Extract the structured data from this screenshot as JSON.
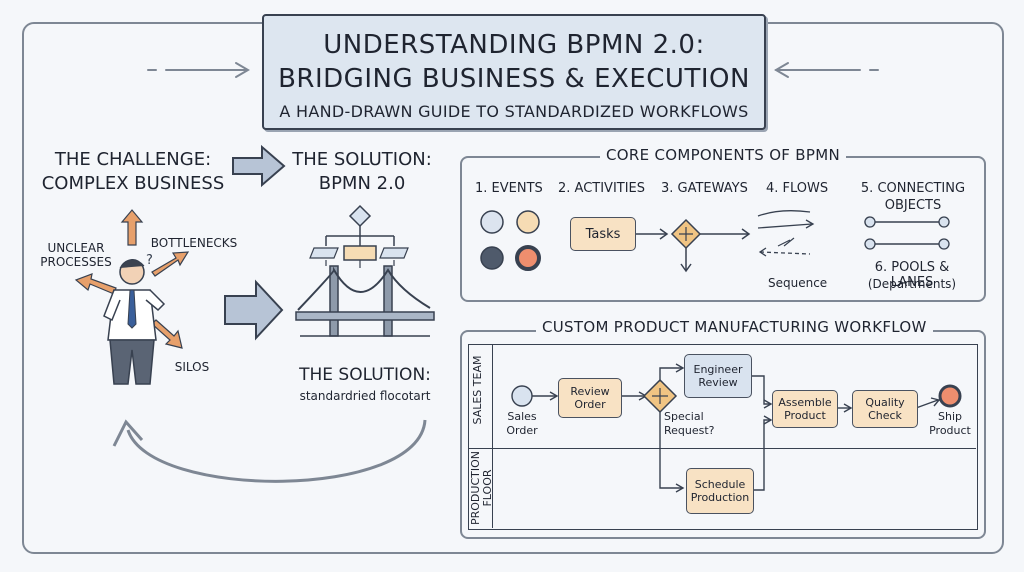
{
  "header": {
    "title_line1": "UNDERSTANDING BPMN 2.0:",
    "title_line2": "BRIDGING BUSINESS & EXECUTION",
    "subtitle": "A HAND-DRAWN GUIDE TO STANDARDIZED WORKFLOWS"
  },
  "challenge": {
    "title_line1": "THE CHALLENGE:",
    "title_line2": "COMPLEX BUSINESS",
    "issues": [
      "UNCLEAR PROCESSES",
      "BOTTLENECKS",
      "SILOS"
    ]
  },
  "solution": {
    "title_line1": "THE SOLUTION:",
    "title_line2": "BPMN 2.0",
    "caption_title": "THE SOLUTION:",
    "caption_text": "standardried flocotart"
  },
  "core": {
    "title": "CORE COMPONENTS OF BPMN",
    "items": [
      {
        "label": "1. EVENTS"
      },
      {
        "label": "2. ACTIVITIES",
        "sample": "Tasks"
      },
      {
        "label": "3. GATEWAYS"
      },
      {
        "label": "4. FLOWS",
        "sample": "Sequence"
      },
      {
        "label": "5. CONNECTING OBJECTS"
      },
      {
        "label": "6. POOLS & LANES",
        "sample": "(Departments)"
      }
    ],
    "event_colors": [
      "#dce4ef",
      "#f6dcb4",
      "#4f5a6b",
      "#ee8e6e"
    ]
  },
  "workflow": {
    "title": "CUSTOM PRODUCT MANUFACTURING WORKFLOW",
    "lanes": [
      "SALES TEAM",
      "PRODUCTION FLOOR"
    ],
    "nodes": {
      "start": "Sales Order",
      "review": "Review Order",
      "gateway": "Special Request?",
      "engineer": "Engineer Review",
      "schedule": "Schedule Production",
      "assemble": "Assemble Product",
      "quality": "Quality Check",
      "end": "Ship Product"
    }
  },
  "colors": {
    "task": "#f8e2c4",
    "blue": "#d9e3ef",
    "arrow_orange": "#e7a06b",
    "end_red": "#ee8e6e"
  }
}
